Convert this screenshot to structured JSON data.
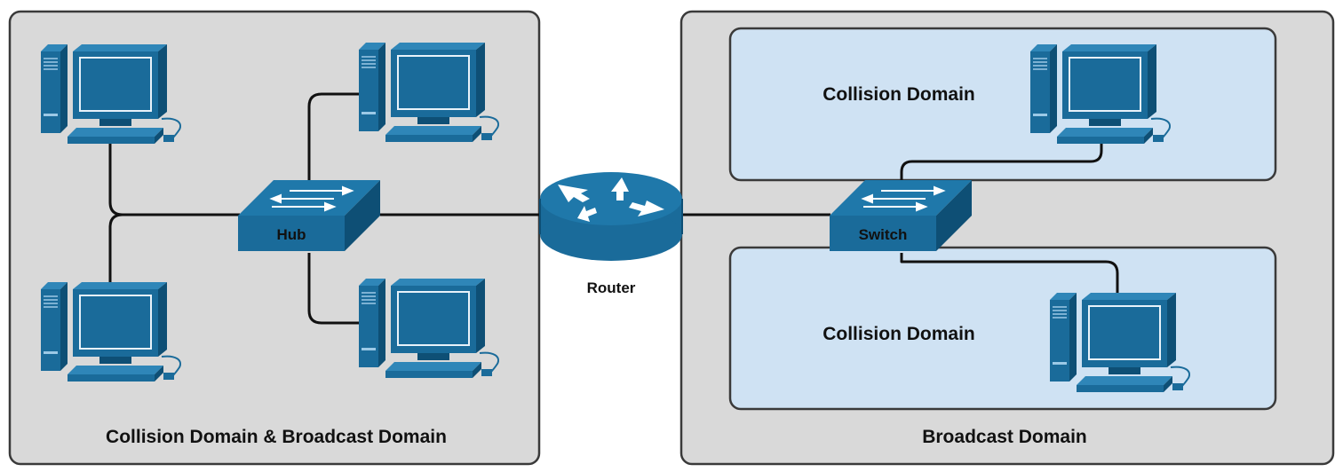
{
  "labels": {
    "left_domain": "Collision Domain & Broadcast Domain",
    "right_domain": "Broadcast Domain",
    "collision_top": "Collision Domain",
    "collision_bottom": "Collision Domain",
    "hub": "Hub",
    "switch": "Switch",
    "router": "Router"
  },
  "colors": {
    "device": "#1a6b9a",
    "device_dark": "#0e4f75",
    "device_light": "#2f86b8",
    "panel_gray": "#d9d9d9",
    "panel_blue": "#cfe2f3",
    "border": "#3a3a3a",
    "cable": "#111111"
  },
  "icons": {
    "computer": "computer-icon",
    "hub": "hub-icon",
    "switch": "switch-icon",
    "router": "router-icon"
  }
}
